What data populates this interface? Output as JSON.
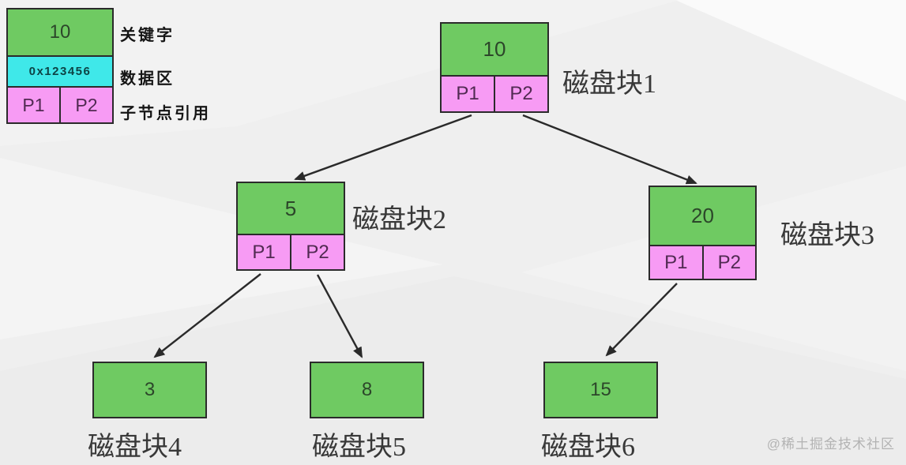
{
  "legend": {
    "key_value": "10",
    "key_label": "关键字",
    "data_value": "0x123456",
    "data_label": "数据区",
    "pointers": [
      "P1",
      "P2"
    ],
    "pointer_label": "子节点引用"
  },
  "tree": {
    "nodes": [
      {
        "id": "block1",
        "key": "10",
        "pointers": [
          "P1",
          "P2"
        ],
        "label": "磁盘块1"
      },
      {
        "id": "block2",
        "key": "5",
        "pointers": [
          "P1",
          "P2"
        ],
        "label": "磁盘块2"
      },
      {
        "id": "block3",
        "key": "20",
        "pointers": [
          "P1",
          "P2"
        ],
        "label": "磁盘块3"
      },
      {
        "id": "block4",
        "key": "3",
        "label": "磁盘块4"
      },
      {
        "id": "block5",
        "key": "8",
        "label": "磁盘块5"
      },
      {
        "id": "block6",
        "key": "15",
        "label": "磁盘块6"
      }
    ],
    "edges": [
      {
        "from": "block1.P1",
        "to": "block2"
      },
      {
        "from": "block1.P2",
        "to": "block3"
      },
      {
        "from": "block2.P1",
        "to": "block4"
      },
      {
        "from": "block2.P2",
        "to": "block5"
      },
      {
        "from": "block3.P1",
        "to": "block6"
      }
    ]
  },
  "colors": {
    "key_fill": "#6fca62",
    "data_fill": "#3fe8e9",
    "pointer_fill": "#f79bf4",
    "border": "#2b2b2b",
    "arrow": "#2a2a2a",
    "background": "#efefef",
    "label_text": "#383838",
    "watermark_text": "#b3b3b3"
  },
  "watermark": "@稀土掘金技术社区"
}
